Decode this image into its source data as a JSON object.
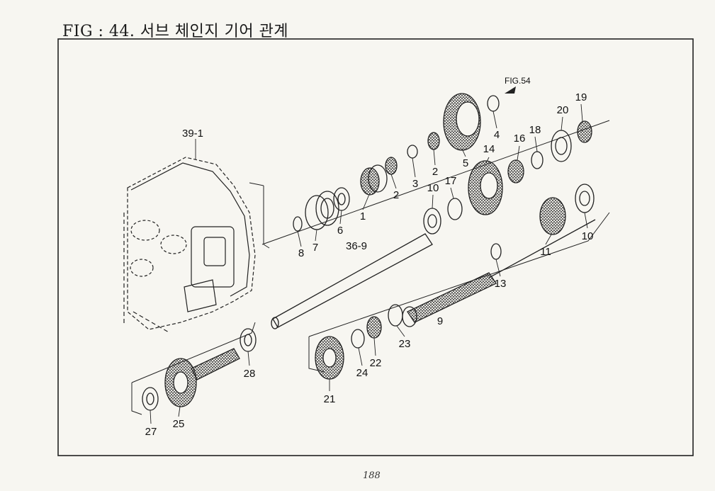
{
  "title": "FIG : 44. 서브 체인지 기어 관계",
  "page_number": "188",
  "fig_reference": "FIG.54",
  "callouts": [
    "39-1",
    "1",
    "2",
    "2",
    "3",
    "4",
    "5",
    "6",
    "7",
    "8",
    "36-9",
    "10",
    "10",
    "11",
    "13",
    "14",
    "16",
    "17",
    "18",
    "19",
    "20",
    "9",
    "21",
    "22",
    "23",
    "24",
    "25",
    "27",
    "28"
  ]
}
